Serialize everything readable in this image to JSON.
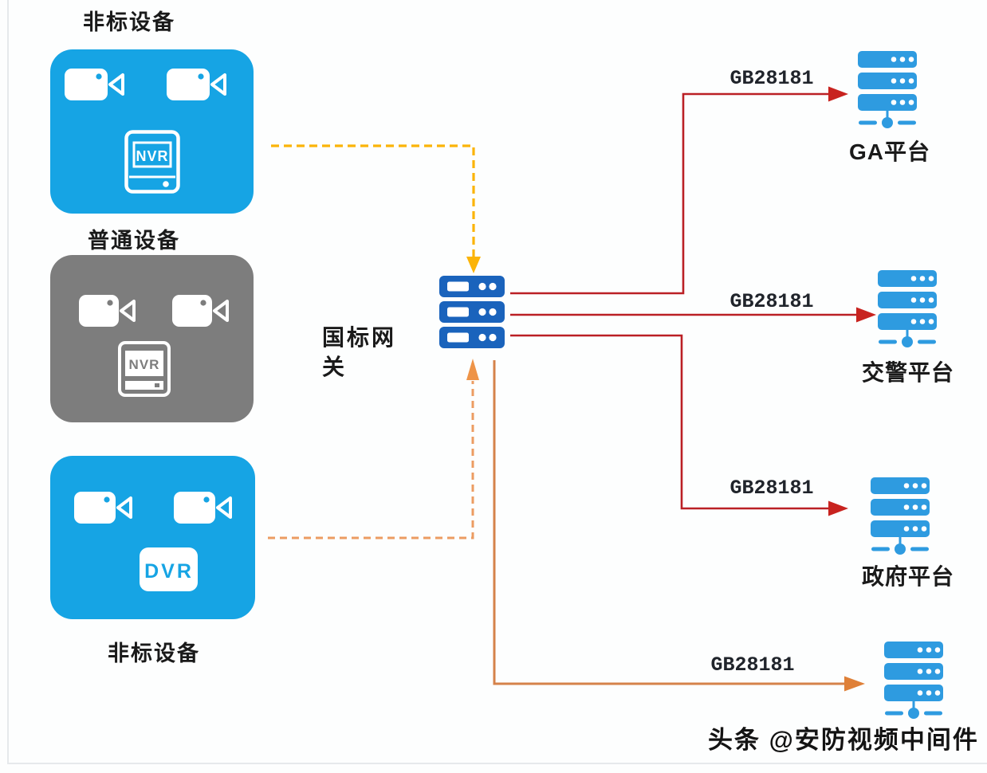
{
  "diagram_title": "",
  "device_groups": [
    {
      "label": "非标设备",
      "recorder": "NVR",
      "style": "cyan",
      "label_position": "top"
    },
    {
      "label": "普通设备",
      "recorder": "NVR",
      "style": "gray",
      "label_position": "top"
    },
    {
      "label": "非标设备",
      "recorder": "DVR",
      "style": "cyan",
      "label_position": "bottom"
    }
  ],
  "gateway": {
    "label": "国标网关"
  },
  "platforms": [
    {
      "label": "GA平台"
    },
    {
      "label": "交警平台"
    },
    {
      "label": "政府平台"
    },
    {
      "label": ""
    }
  ],
  "connections": [
    {
      "protocol": "GB28181",
      "from": "gateway",
      "to": "GA平台",
      "color": "#bb2025"
    },
    {
      "protocol": "GB28181",
      "from": "gateway",
      "to": "交警平台",
      "color": "#bb2025"
    },
    {
      "protocol": "GB28181",
      "from": "gateway",
      "to": "政府平台",
      "color": "#bb2025"
    },
    {
      "protocol": "GB28181",
      "from": "gateway",
      "to": "bottom-platform",
      "color": "#d5824a"
    }
  ],
  "device_links": [
    {
      "from": "非标设备(上)",
      "to": "gateway",
      "style": "dashed",
      "color": "#fbb408"
    },
    {
      "from": "非标设备(下)",
      "to": "gateway",
      "style": "dashed",
      "color": "#ec9c62"
    }
  ],
  "colors": {
    "device_cyan": "#16a4e4",
    "device_gray": "#7d7d7d",
    "gateway_blue": "#1a63bc",
    "platform_blue": "#2e9be0",
    "arrow_red": "#bb2025",
    "arrow_yellow": "#fbb408",
    "arrow_orange_dashed": "#ec9c62",
    "arrow_orange_solid": "#d5824a"
  },
  "watermark": "头条 @安防视频中间件"
}
